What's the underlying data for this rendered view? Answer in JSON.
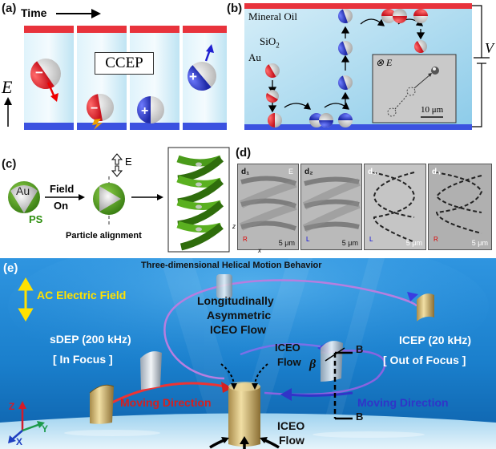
{
  "panel_a": {
    "label": "(a)",
    "time_label": "Time",
    "field_symbol": "E",
    "box_label": "CCEP",
    "signs": [
      "−",
      "−",
      "+",
      "+"
    ]
  },
  "panel_b": {
    "label": "(b)",
    "medium": "Mineral Oil",
    "au_label": "Au",
    "sio2_label": "SiO",
    "sio2_sub": "2",
    "voltage_label": "V",
    "inset_field": "⊗ E",
    "inset_scale": "10 μm"
  },
  "panel_c": {
    "label": "(c)",
    "core_label": "Au",
    "shell_label": "PS",
    "arrow_label_1": "Field",
    "arrow_label_2": "On",
    "field_label": "E",
    "alignment_label": "Particle alignment"
  },
  "panel_d": {
    "label": "(d)",
    "subpanels": [
      {
        "tag": "d₁",
        "scale": "5 μm",
        "corner": "R"
      },
      {
        "tag": "d₂",
        "scale": "5 μm",
        "corner": "L"
      },
      {
        "tag": "d₃",
        "scale": "5 μm",
        "corner": "L"
      },
      {
        "tag": "d₄",
        "scale": "5 μm",
        "corner": "R"
      }
    ],
    "field_label": "E",
    "axis_z": "z",
    "axis_x": "x"
  },
  "panel_e": {
    "label": "(e)",
    "title": "Three-dimensional Helical Motion Behavior",
    "ac_field": "AC Electric Field",
    "longitudinal_1": "Longitudinally",
    "longitudinal_2": "Asymmetric",
    "longitudinal_3": "ICEO Flow",
    "sdep_1": "sDEP (200 kHz)",
    "sdep_2": "[ In Focus ]",
    "icep_1": "ICEP (20 kHz)",
    "icep_2": "[ Out of Focus ]",
    "iceo_mid_1": "ICEO",
    "iceo_mid_2": "Flow",
    "iceo_bot_1": "ICEO",
    "iceo_bot_2": "Flow",
    "beta": "β",
    "b_top": "B",
    "b_bot": "B",
    "moving_left": "Moving Direction",
    "moving_right": "Moving Direction",
    "axis_z": "Z",
    "axis_y": "Y",
    "axis_x": "X"
  },
  "colors": {
    "red_electrode": "#e8333c",
    "blue_electrode": "#3b52e0",
    "green_ps": "#4d9b1b",
    "water_blue": "#1c8ad8",
    "label_yellow": "#ffe100",
    "left_red": "#d42020",
    "right_blue": "#3035c8"
  }
}
